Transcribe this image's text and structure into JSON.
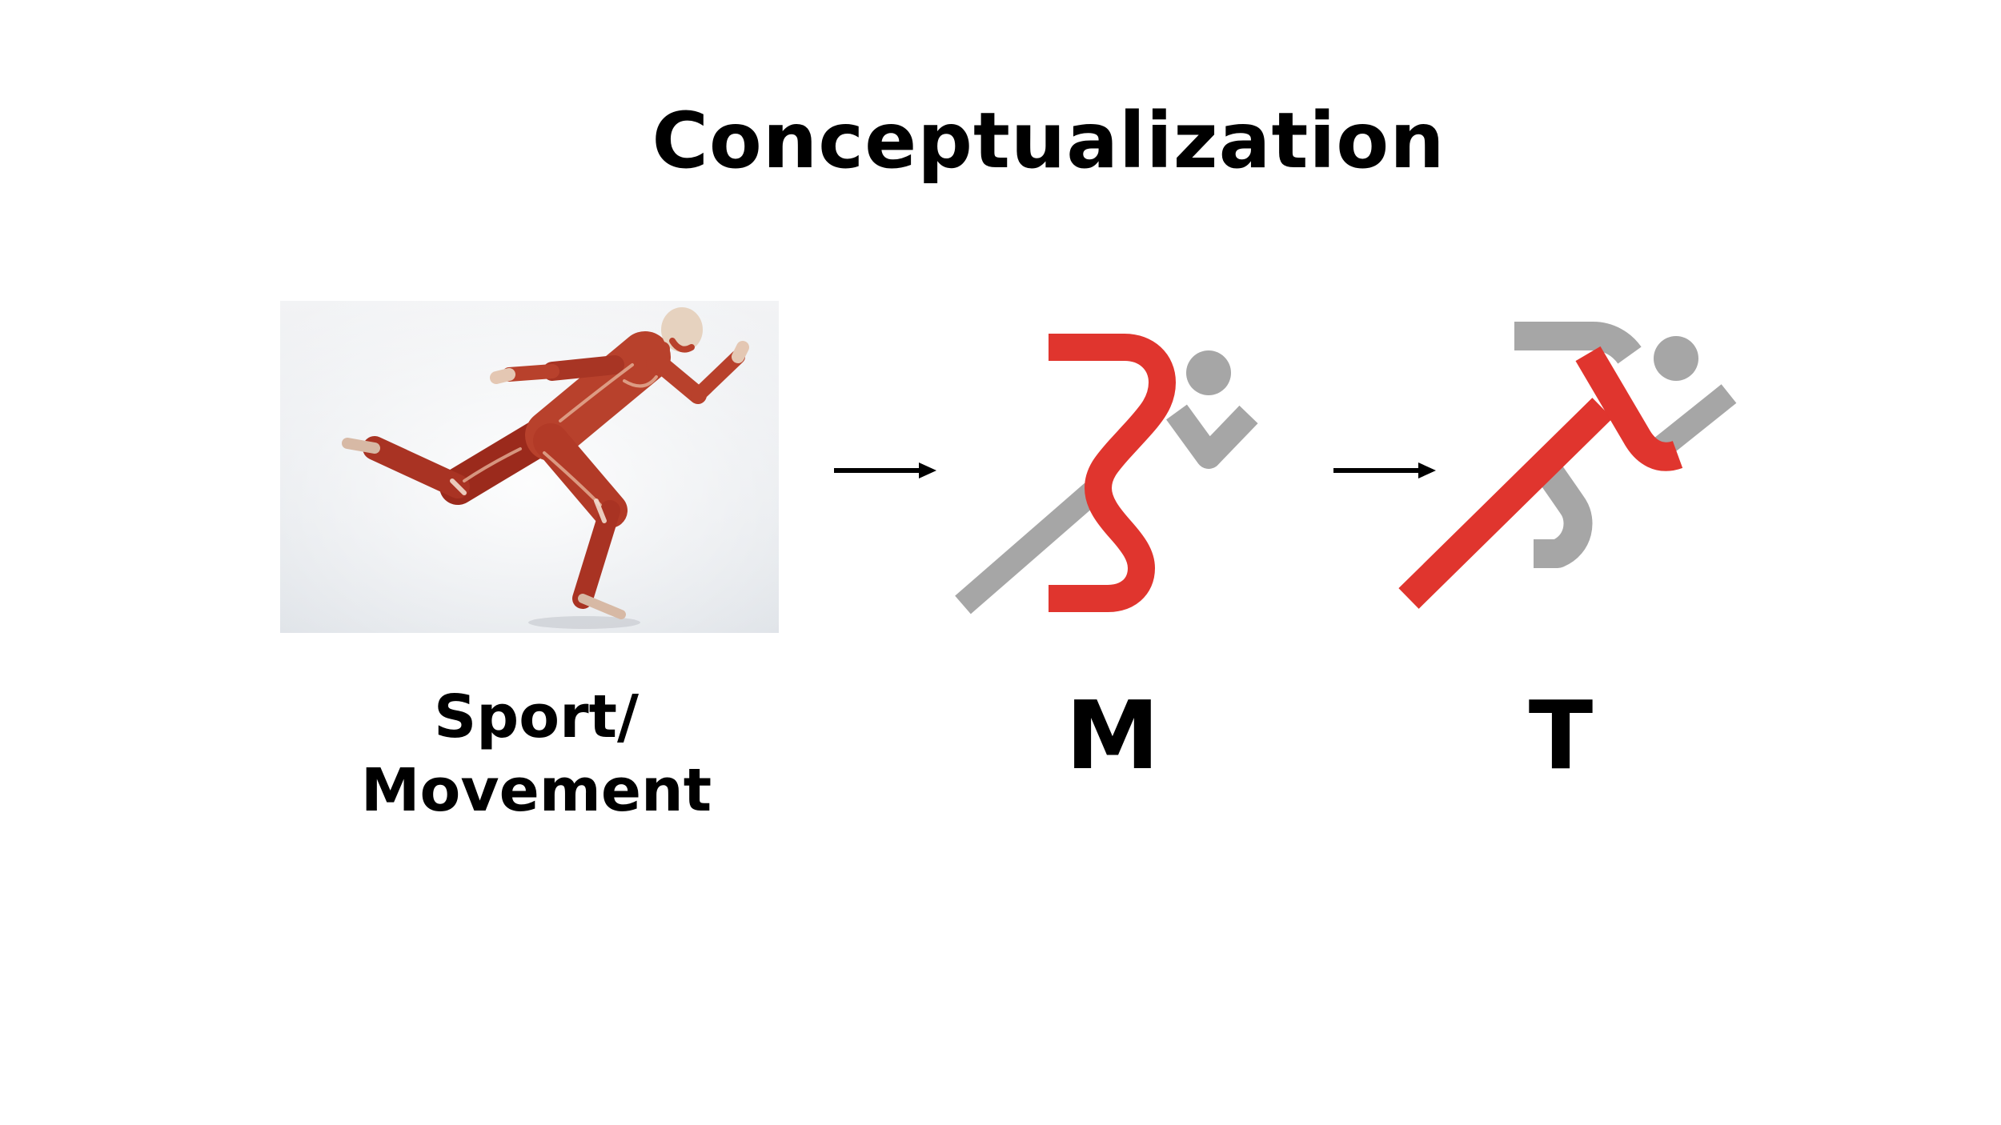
{
  "title": "Conceptualization",
  "colors": {
    "accent_red": "#E0352E",
    "neutral_gray": "#A6A6A6",
    "text": "#000000",
    "background": "#FFFFFF"
  },
  "stages": [
    {
      "label_line1": "Sport/",
      "label_line2": "Movement",
      "icon": "anatomical-runner-photo"
    },
    {
      "label": "M",
      "icon": "letter-m-runner-icon"
    },
    {
      "label": "T",
      "icon": "letter-t-runner-icon"
    }
  ],
  "connectors": [
    {
      "from": "Sport/Movement",
      "to": "M"
    },
    {
      "from": "M",
      "to": "T"
    }
  ]
}
